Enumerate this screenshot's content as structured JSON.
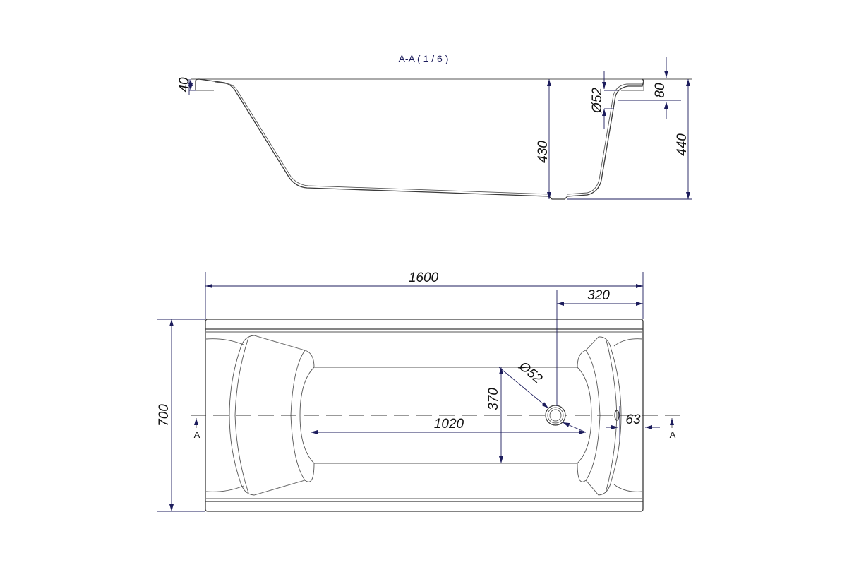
{
  "section_view": {
    "title": "A-A ( 1 / 6 )",
    "dims": {
      "rim_height": "40",
      "depth_inner": "430",
      "overflow_diameter": "Ø52",
      "overflow_offset": "80",
      "total_height": "440"
    }
  },
  "plan_view": {
    "dims": {
      "length": "1600",
      "drain_offset": "320",
      "width": "700",
      "basin_length": "1020",
      "basin_width": "370",
      "drain_diameter": "Ø52",
      "overflow_offset": "63"
    },
    "section_marks": {
      "left": "A",
      "right": "A"
    }
  },
  "colors": {
    "dimension": "#1c1c5c",
    "outline": "#3a3a3a"
  }
}
